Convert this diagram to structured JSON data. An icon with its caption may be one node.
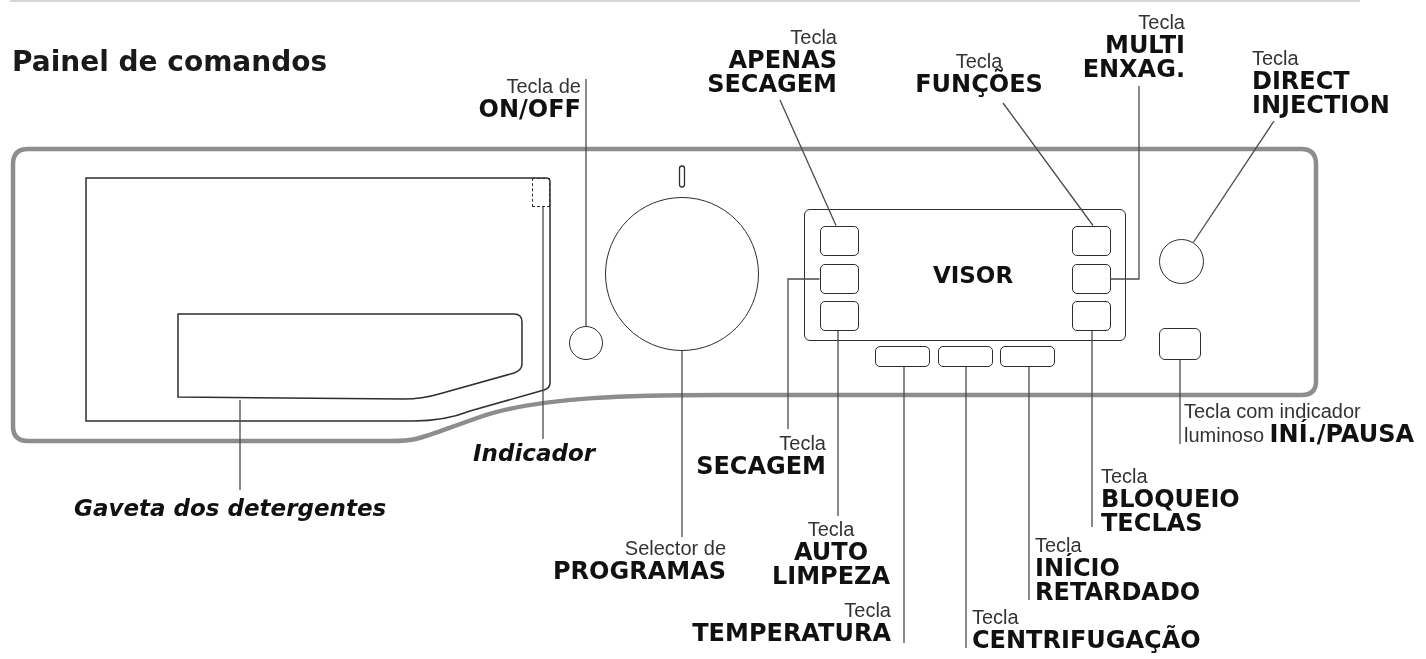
{
  "diagram": {
    "title": "Painel de comandos",
    "nodes": [
      {
        "text": [
          "Tecla de **ON/OFF**"
        ]
      },
      {
        "text": [
          "Tecla **APENAS SECAGEM**"
        ]
      },
      {
        "text": [
          "Tecla **FUNÇÕES**"
        ]
      },
      {
        "text": [
          "Tecla **MULTI ENXAG.**"
        ]
      },
      {
        "text": [
          "Tecla **DIRECT INJECTION**"
        ]
      },
      {
        "text": [],
        "shape": "box"
      },
      {
        "text": [],
        "shape": "box"
      },
      {
        "text": [],
        "shape": "circle"
      },
      {
        "text": [],
        "shape": "circle"
      },
      {
        "text": [
          "VISOR"
        ]
      },
      {
        "text": [],
        "shape": "box",
        "in": 9
      },
      {
        "text": [],
        "shape": "box",
        "in": 9
      },
      {
        "text": [],
        "shape": "box",
        "in": 9
      },
      {
        "text": [],
        "shape": "box",
        "in": 9
      },
      {
        "text": [],
        "shape": "box",
        "in": 9
      },
      {
        "text": [],
        "shape": "box",
        "in": 9
      },
      {
        "text": [],
        "shape": "box"
      },
      {
        "text": [],
        "shape": "box"
      },
      {
        "text": [],
        "shape": "box"
      },
      {
        "text": [],
        "shape": "circle"
      },
      {
        "text": [],
        "shape": "box"
      },
      {
        "text": [
          "Tecla com indicador luminoso **INÍ./PAUSA**"
        ]
      },
      {
        "text": [
          "Indicador"
        ]
      },
      {
        "text": [
          "Gaveta dos detergentes"
        ]
      },
      {
        "text": [
          "Tecla **SECAGEM**"
        ]
      },
      {
        "text": [
          "Selector de **PROGRAMAS**"
        ]
      },
      {
        "text": [
          "Tecla **AUTO LIMPEZA**"
        ]
      },
      {
        "text": [
          "Tecla **BLOQUEIO TECLAS**"
        ]
      },
      {
        "text": [
          "Tecla **INÍCIO RETARDADO**"
        ]
      },
      {
        "text": [
          "Tecla **TEMPERATURA**"
        ]
      },
      {
        "text": [
          "Tecla **CENTRIFUGAÇÃO**"
        ]
      }
    ],
    "edges": [
      {
        "from": 0,
        "to": 7,
        "arrow": "none"
      },
      {
        "from": 1,
        "to": 10,
        "arrow": "none"
      },
      {
        "from": 2,
        "to": 13,
        "arrow": "none"
      },
      {
        "from": 3,
        "to": 14,
        "arrow": "none"
      },
      {
        "from": 4,
        "to": 19,
        "arrow": "none"
      },
      {
        "from": 21,
        "to": 20,
        "arrow": "none"
      },
      {
        "from": 22,
        "to": 6,
        "arrow": "none"
      },
      {
        "from": 23,
        "to": 5,
        "arrow": "none"
      },
      {
        "from": 24,
        "to": 11,
        "arrow": "none"
      },
      {
        "from": 25,
        "to": 8,
        "arrow": "none"
      },
      {
        "from": 26,
        "to": 12,
        "arrow": "none"
      },
      {
        "from": 27,
        "to": 15,
        "arrow": "none"
      },
      {
        "from": 28,
        "to": 18,
        "arrow": "none"
      },
      {
        "from": 29,
        "to": 16,
        "arrow": "none"
      },
      {
        "from": 30,
        "to": 17,
        "arrow": "none"
      }
    ]
  }
}
